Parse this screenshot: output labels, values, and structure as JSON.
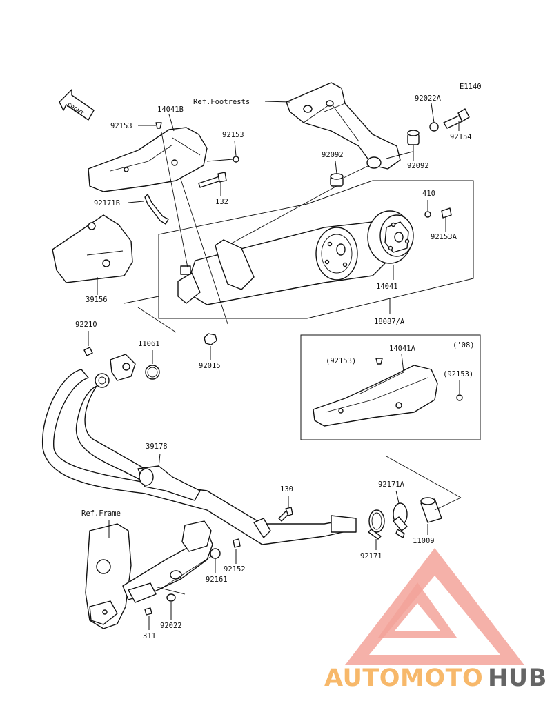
{
  "diagram_code": "E1140",
  "front_label": "FRONT",
  "labels": {
    "ref_footrests": "Ref.Footrests",
    "ref_frame": "Ref.Frame",
    "p92022A": "92022A",
    "p92154": "92154",
    "p92092_top": "92092",
    "p92092_mid": "92092",
    "p14041B": "14041B",
    "p92153_tl": "92153",
    "p92153_tr": "92153",
    "p132": "132",
    "p92171B": "92171B",
    "p39156": "39156",
    "p410": "410",
    "p92153A": "92153A",
    "p14041": "14041",
    "p18087A": "18087/A",
    "p92210": "92210",
    "p11061": "11061",
    "p92015": "92015",
    "p14041A": "14041A",
    "p92153_inset_l": "(92153)",
    "p92153_inset_r": "(92153)",
    "year_08": "('08)",
    "p39178": "39178",
    "p130": "130",
    "p92171A": "92171A",
    "p11009": "11009",
    "p92171": "92171",
    "p92152": "92152",
    "p92161": "92161",
    "p92022": "92022",
    "p311": "311"
  },
  "watermark": {
    "brand_part1": "AUTOMOTO",
    "brand_part2": "HUB",
    "color_primary": "#f08a80",
    "color_secondary": "#f7b15a",
    "color_dark": "#555555"
  }
}
